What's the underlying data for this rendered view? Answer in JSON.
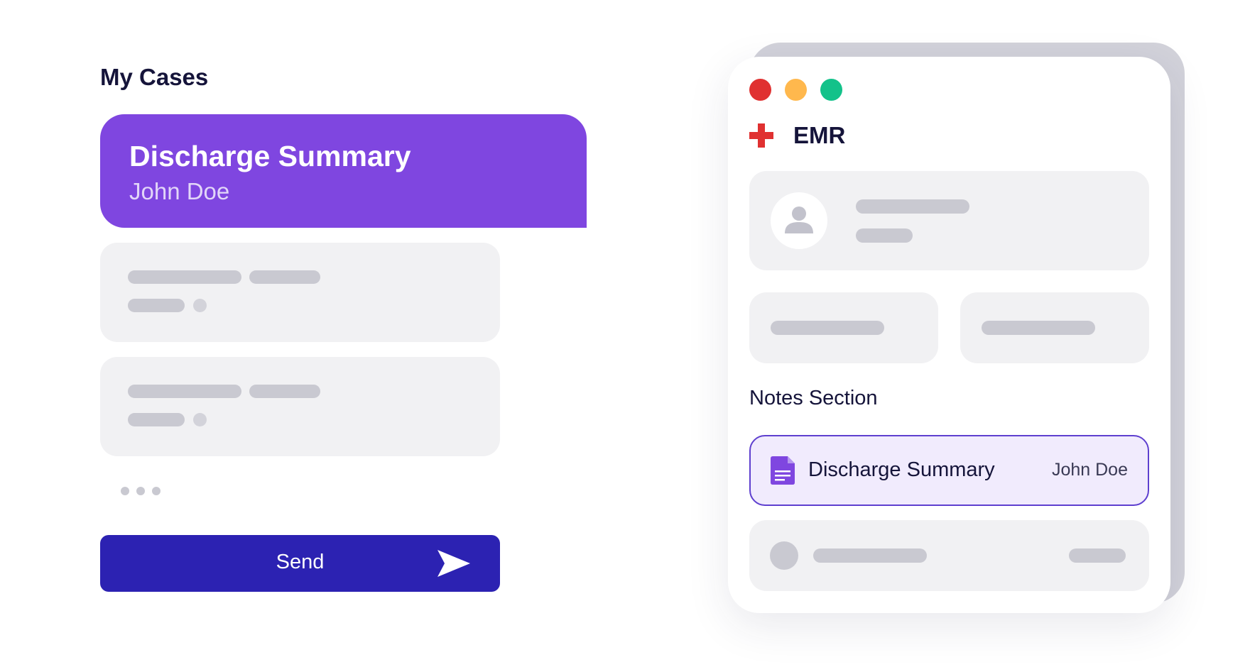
{
  "cases": {
    "title": "My Cases",
    "active_case": {
      "title": "Discharge Summary",
      "patient": "John Doe"
    },
    "send_label": "Send"
  },
  "emr": {
    "title": "EMR",
    "notes_section_title": "Notes Section",
    "note": {
      "title": "Discharge Summary",
      "patient": "John Doe"
    }
  },
  "icons": {
    "emr_logo": "plus-icon",
    "patient_avatar": "user-icon",
    "note": "document-icon",
    "send": "send-icon"
  },
  "colors": {
    "active_case": "#7f46e0",
    "send_button": "#2c22b2",
    "window_close": "#e03131",
    "window_minimize": "#ffb84d",
    "window_maximize": "#13c28a",
    "emr_plus": "#e03131",
    "note_highlight_bg": "#f1ebfd",
    "note_highlight_border": "#5e3fcf",
    "note_icon": "#7f46e0"
  }
}
